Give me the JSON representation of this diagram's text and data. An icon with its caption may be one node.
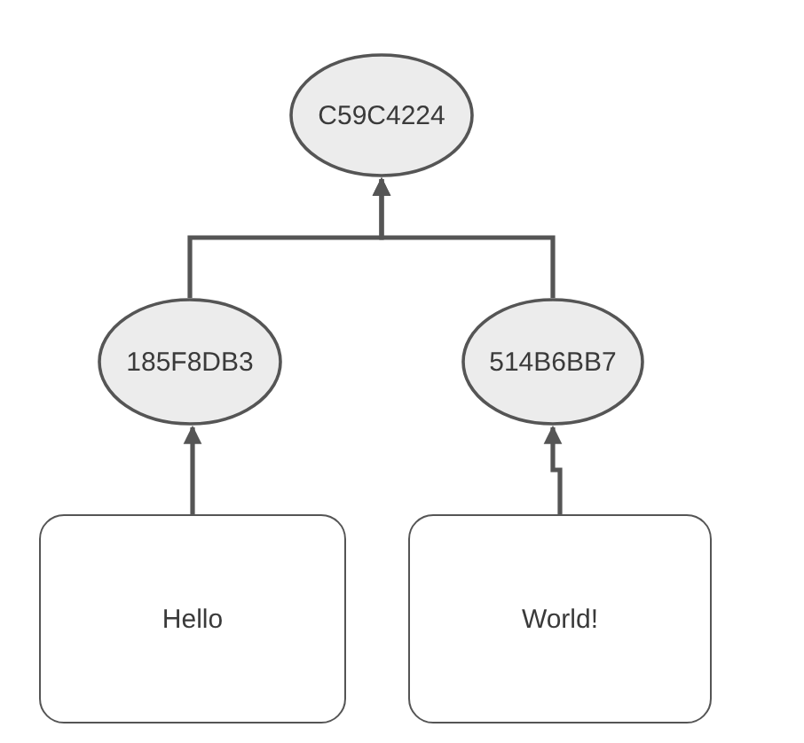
{
  "diagram": {
    "nodes": [
      {
        "text": [
          "C59C4224"
        ]
      },
      {
        "text": [
          "185F8DB3"
        ]
      },
      {
        "text": [
          "514B6BB7"
        ]
      },
      {
        "text": [
          "Hello"
        ]
      },
      {
        "text": [
          "World!"
        ]
      }
    ],
    "edges": [
      {
        "from": 1,
        "to": 0,
        "arrow": "to"
      },
      {
        "from": 2,
        "to": 0,
        "arrow": "to"
      },
      {
        "from": 3,
        "to": 1,
        "arrow": "to"
      },
      {
        "from": 4,
        "to": 2,
        "arrow": "to"
      }
    ]
  }
}
